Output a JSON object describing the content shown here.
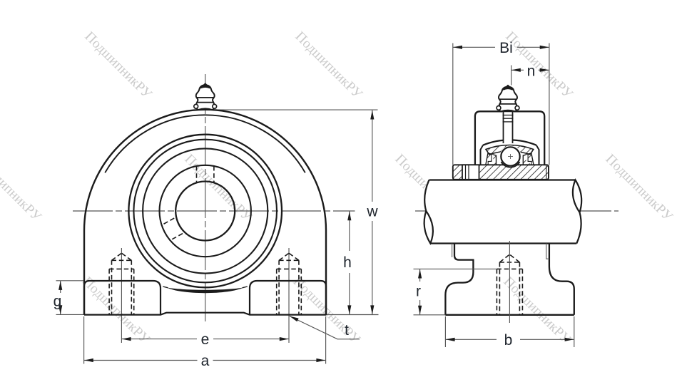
{
  "drawing": {
    "type": "bearing-unit-technical-drawing",
    "watermark": {
      "text": "ПодшипникРУ",
      "color": "#cbcbcb"
    },
    "front_view": {
      "labels": {
        "overall_height": "w",
        "center_height": "h",
        "base_pad_height": "g",
        "bolt_hole_spacing": "e",
        "base_length": "a",
        "tapped_hole": "t"
      }
    },
    "side_view": {
      "labels": {
        "inner_ring_width": "Bi",
        "inner_ring_protrusion": "n",
        "base_step_height": "r",
        "base_width": "b"
      }
    },
    "colors": {
      "object_line": "#1b1b1b",
      "dimension_line": "#5b5b5b",
      "label_text": "#20262e",
      "watermark": "#cbcbcb"
    }
  }
}
